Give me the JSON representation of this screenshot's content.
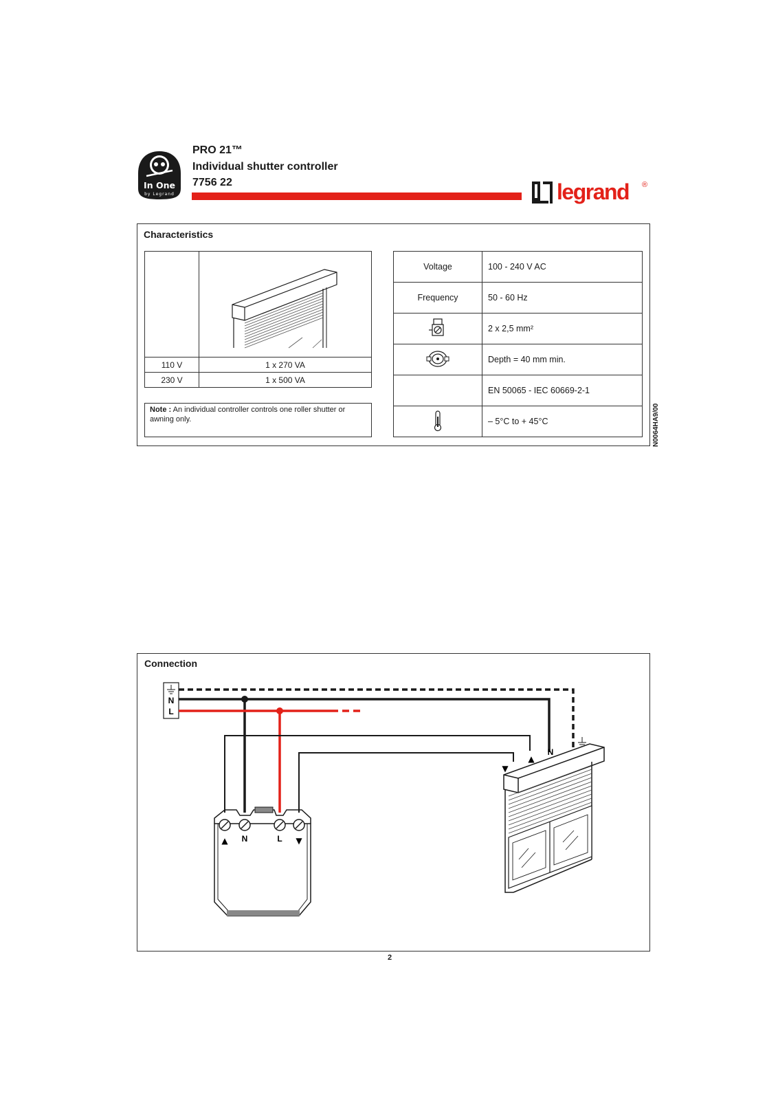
{
  "header": {
    "badge_text_main": "In One",
    "badge_text_sub": "by Legrand",
    "product_name": "PRO 21™",
    "product_description": "Individual shutter controller",
    "product_reference": "7756 22",
    "brand": "legrand",
    "brand_mark": "®",
    "colors": {
      "accent": "#e32119",
      "dark": "#1a1a1a"
    }
  },
  "characteristics": {
    "title": "Characteristics",
    "load_rows": [
      {
        "voltage": "110 V",
        "power": "1 x 270 VA"
      },
      {
        "voltage": "230 V",
        "power": "1 x 500 VA"
      }
    ],
    "note_label": "Note :",
    "note_text": " An individual controller controls one roller shutter or awning only.",
    "specs": [
      {
        "key": "Voltage",
        "icon": "",
        "value": "100 - 240 V  AC"
      },
      {
        "key": "Frequency",
        "icon": "",
        "value": "50 - 60 Hz"
      },
      {
        "key": "",
        "icon": "terminal-screw-icon",
        "value": "2 x 2,5 mm²"
      },
      {
        "key": "",
        "icon": "flush-box-icon",
        "value": "Depth = 40 mm min."
      },
      {
        "key": "",
        "icon": "",
        "value": "EN 50065 - IEC 60669-2-1"
      },
      {
        "key": "",
        "icon": "thermometer-icon",
        "value": "– 5°C to + 45°C"
      }
    ],
    "side_code": "N0064HA9/00"
  },
  "connection": {
    "title": "Connection",
    "supply_labels": {
      "neutral": "N",
      "live": "L"
    },
    "terminal_labels": {
      "up": "▲",
      "neutral": "N",
      "live": "L",
      "down": "▼"
    },
    "shutter_labels": {
      "down": "▼",
      "up": "▲",
      "neutral": "N"
    }
  },
  "page_number": "2"
}
